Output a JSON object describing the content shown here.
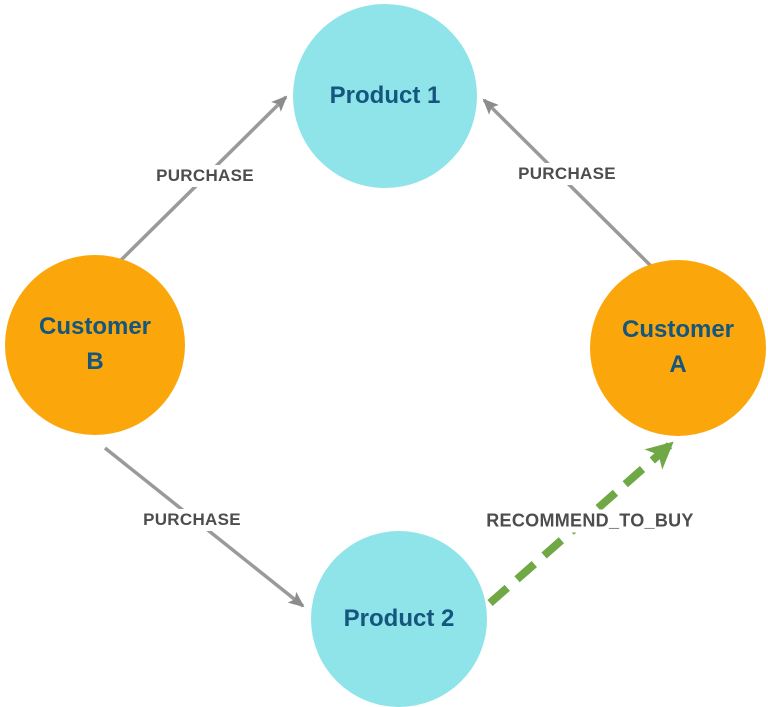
{
  "diagram": {
    "background_color": "#FFFFFF",
    "node_text_color": "#14567D",
    "edge_label_color": "#4D4D4D",
    "gray_edge_color": "#9A9A9A",
    "gray_arrowhead_color": "#8C8C8C",
    "green_edge_color": "#6FA845",
    "product_node_color": "#8EE4E9",
    "customer_node_color": "#FBA60A",
    "nodes": [
      {
        "id": "product-1",
        "label": "Product 1",
        "type": "product",
        "fill": "#8EE4E9",
        "text_color": "#14567D"
      },
      {
        "id": "customer-b",
        "label": "Customer\nB",
        "type": "customer",
        "fill": "#FBA60A",
        "text_color": "#14567D"
      },
      {
        "id": "customer-a",
        "label": "Customer\nA",
        "type": "customer",
        "fill": "#FBA60A",
        "text_color": "#14567D"
      },
      {
        "id": "product-2",
        "label": "Product 2",
        "type": "product",
        "fill": "#8EE4E9",
        "text_color": "#14567D"
      }
    ],
    "edges": [
      {
        "from": "Customer B",
        "to": "Product 1",
        "label": "PURCHASE",
        "style": "solid",
        "color": "#9A9A9A"
      },
      {
        "from": "Customer A",
        "to": "Product 1",
        "label": "PURCHASE",
        "style": "solid",
        "color": "#9A9A9A"
      },
      {
        "from": "Customer B",
        "to": "Product 2",
        "label": "PURCHASE",
        "style": "solid",
        "color": "#9A9A9A"
      },
      {
        "from": "Product 2",
        "to": "Customer A",
        "label": "RECOMMEND_TO_BUY",
        "style": "dashed",
        "color": "#6FA845"
      }
    ]
  }
}
